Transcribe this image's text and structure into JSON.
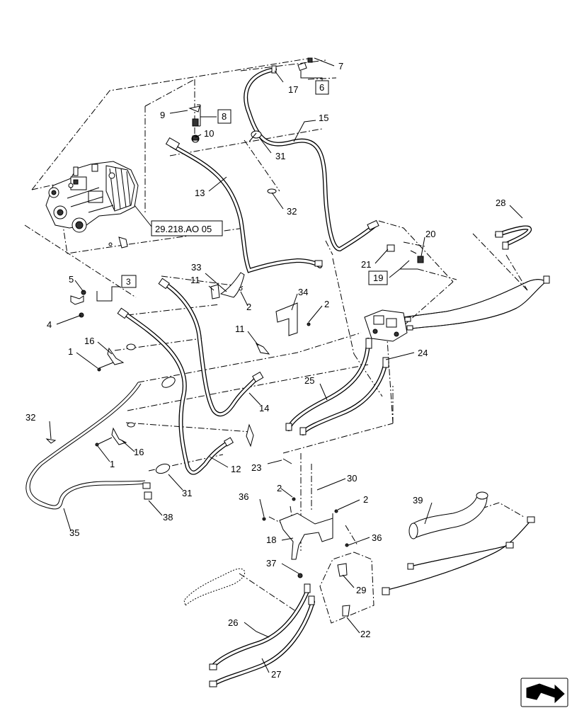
{
  "diagram": {
    "callouts": [
      {
        "id": "c7",
        "text": "7"
      },
      {
        "id": "c17",
        "text": "17"
      },
      {
        "id": "c6",
        "text": "6"
      },
      {
        "id": "c15",
        "text": "15"
      },
      {
        "id": "c9",
        "text": "9"
      },
      {
        "id": "c8",
        "text": "8"
      },
      {
        "id": "c10",
        "text": "10"
      },
      {
        "id": "c31a",
        "text": "31"
      },
      {
        "id": "c13",
        "text": "13"
      },
      {
        "id": "c32a",
        "text": "32"
      },
      {
        "id": "c28",
        "text": "28"
      },
      {
        "id": "c20",
        "text": "20"
      },
      {
        "id": "c21",
        "text": "21"
      },
      {
        "id": "c19",
        "text": "19"
      },
      {
        "id": "c5",
        "text": "5"
      },
      {
        "id": "c3",
        "text": "3"
      },
      {
        "id": "c4",
        "text": "4"
      },
      {
        "id": "c33",
        "text": "33"
      },
      {
        "id": "c11a",
        "text": "11"
      },
      {
        "id": "c2a",
        "text": "2"
      },
      {
        "id": "c34",
        "text": "34"
      },
      {
        "id": "c2b",
        "text": "2"
      },
      {
        "id": "c11b",
        "text": "11"
      },
      {
        "id": "c16a",
        "text": "16"
      },
      {
        "id": "c1a",
        "text": "1"
      },
      {
        "id": "c24",
        "text": "24"
      },
      {
        "id": "c25",
        "text": "25"
      },
      {
        "id": "c14",
        "text": "14"
      },
      {
        "id": "c32b",
        "text": "32"
      },
      {
        "id": "c16b",
        "text": "16"
      },
      {
        "id": "c1b",
        "text": "1"
      },
      {
        "id": "c12",
        "text": "12"
      },
      {
        "id": "c23",
        "text": "23"
      },
      {
        "id": "c30",
        "text": "30"
      },
      {
        "id": "c31b",
        "text": "31"
      },
      {
        "id": "c36a",
        "text": "36"
      },
      {
        "id": "c2c",
        "text": "2"
      },
      {
        "id": "c2d",
        "text": "2"
      },
      {
        "id": "c39",
        "text": "39"
      },
      {
        "id": "c38",
        "text": "38"
      },
      {
        "id": "c35",
        "text": "35"
      },
      {
        "id": "c18",
        "text": "18"
      },
      {
        "id": "c36b",
        "text": "36"
      },
      {
        "id": "c37",
        "text": "37"
      },
      {
        "id": "c29",
        "text": "29"
      },
      {
        "id": "c26",
        "text": "26"
      },
      {
        "id": "c22",
        "text": "22"
      },
      {
        "id": "c27",
        "text": "27"
      }
    ],
    "reference": {
      "text": "29.218.AO 05"
    }
  }
}
